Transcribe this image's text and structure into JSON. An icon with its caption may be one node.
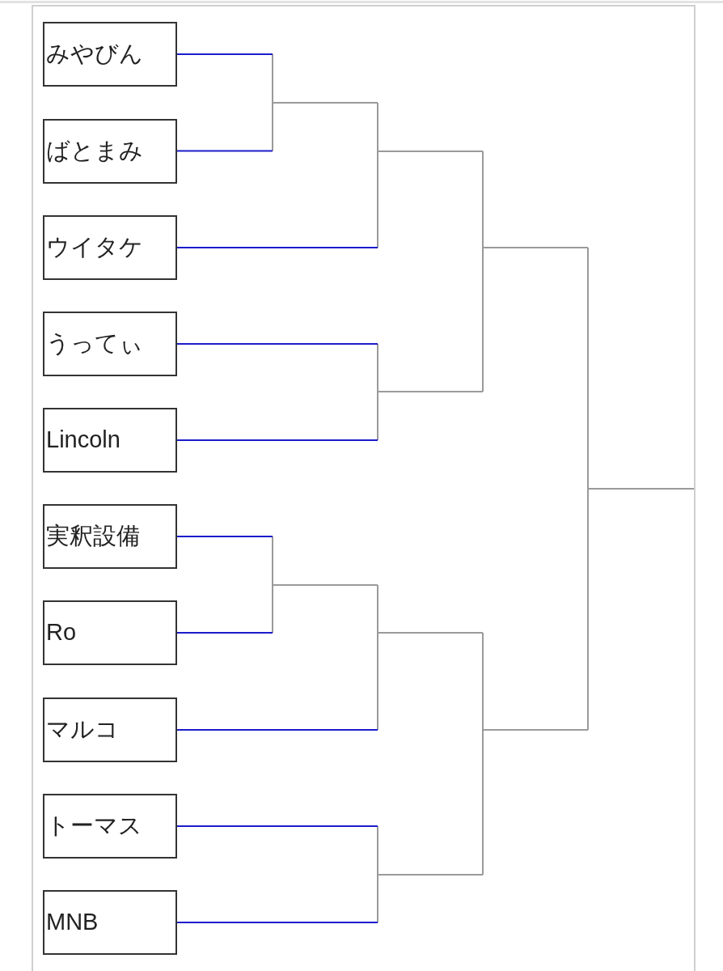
{
  "diagram": {
    "nodes": [
      {
        "text": [
          "みやびん"
        ]
      },
      {
        "text": [
          "ばとまみ"
        ]
      },
      {
        "text": [
          "ウイタケ"
        ]
      },
      {
        "text": [
          "うってぃ"
        ]
      },
      {
        "text": [
          "Lincoln"
        ]
      },
      {
        "text": [
          "実釈設備"
        ]
      },
      {
        "text": [
          "Ro"
        ]
      },
      {
        "text": [
          "マルコ"
        ]
      },
      {
        "text": [
          "トーマス"
        ]
      },
      {
        "text": [
          "MNB"
        ]
      }
    ],
    "edges": [
      {
        "from": 0,
        "to": null,
        "arrow": "none"
      },
      {
        "from": 1,
        "to": null,
        "arrow": "none"
      },
      {
        "from": 2,
        "to": null,
        "arrow": "none"
      },
      {
        "from": 3,
        "to": null,
        "arrow": "none"
      },
      {
        "from": 4,
        "to": null,
        "arrow": "none"
      },
      {
        "from": 5,
        "to": null,
        "arrow": "none"
      },
      {
        "from": 6,
        "to": null,
        "arrow": "none"
      },
      {
        "from": 7,
        "to": null,
        "arrow": "none"
      },
      {
        "from": 8,
        "to": null,
        "arrow": "none"
      },
      {
        "from": 9,
        "to": null,
        "arrow": "none"
      }
    ]
  }
}
